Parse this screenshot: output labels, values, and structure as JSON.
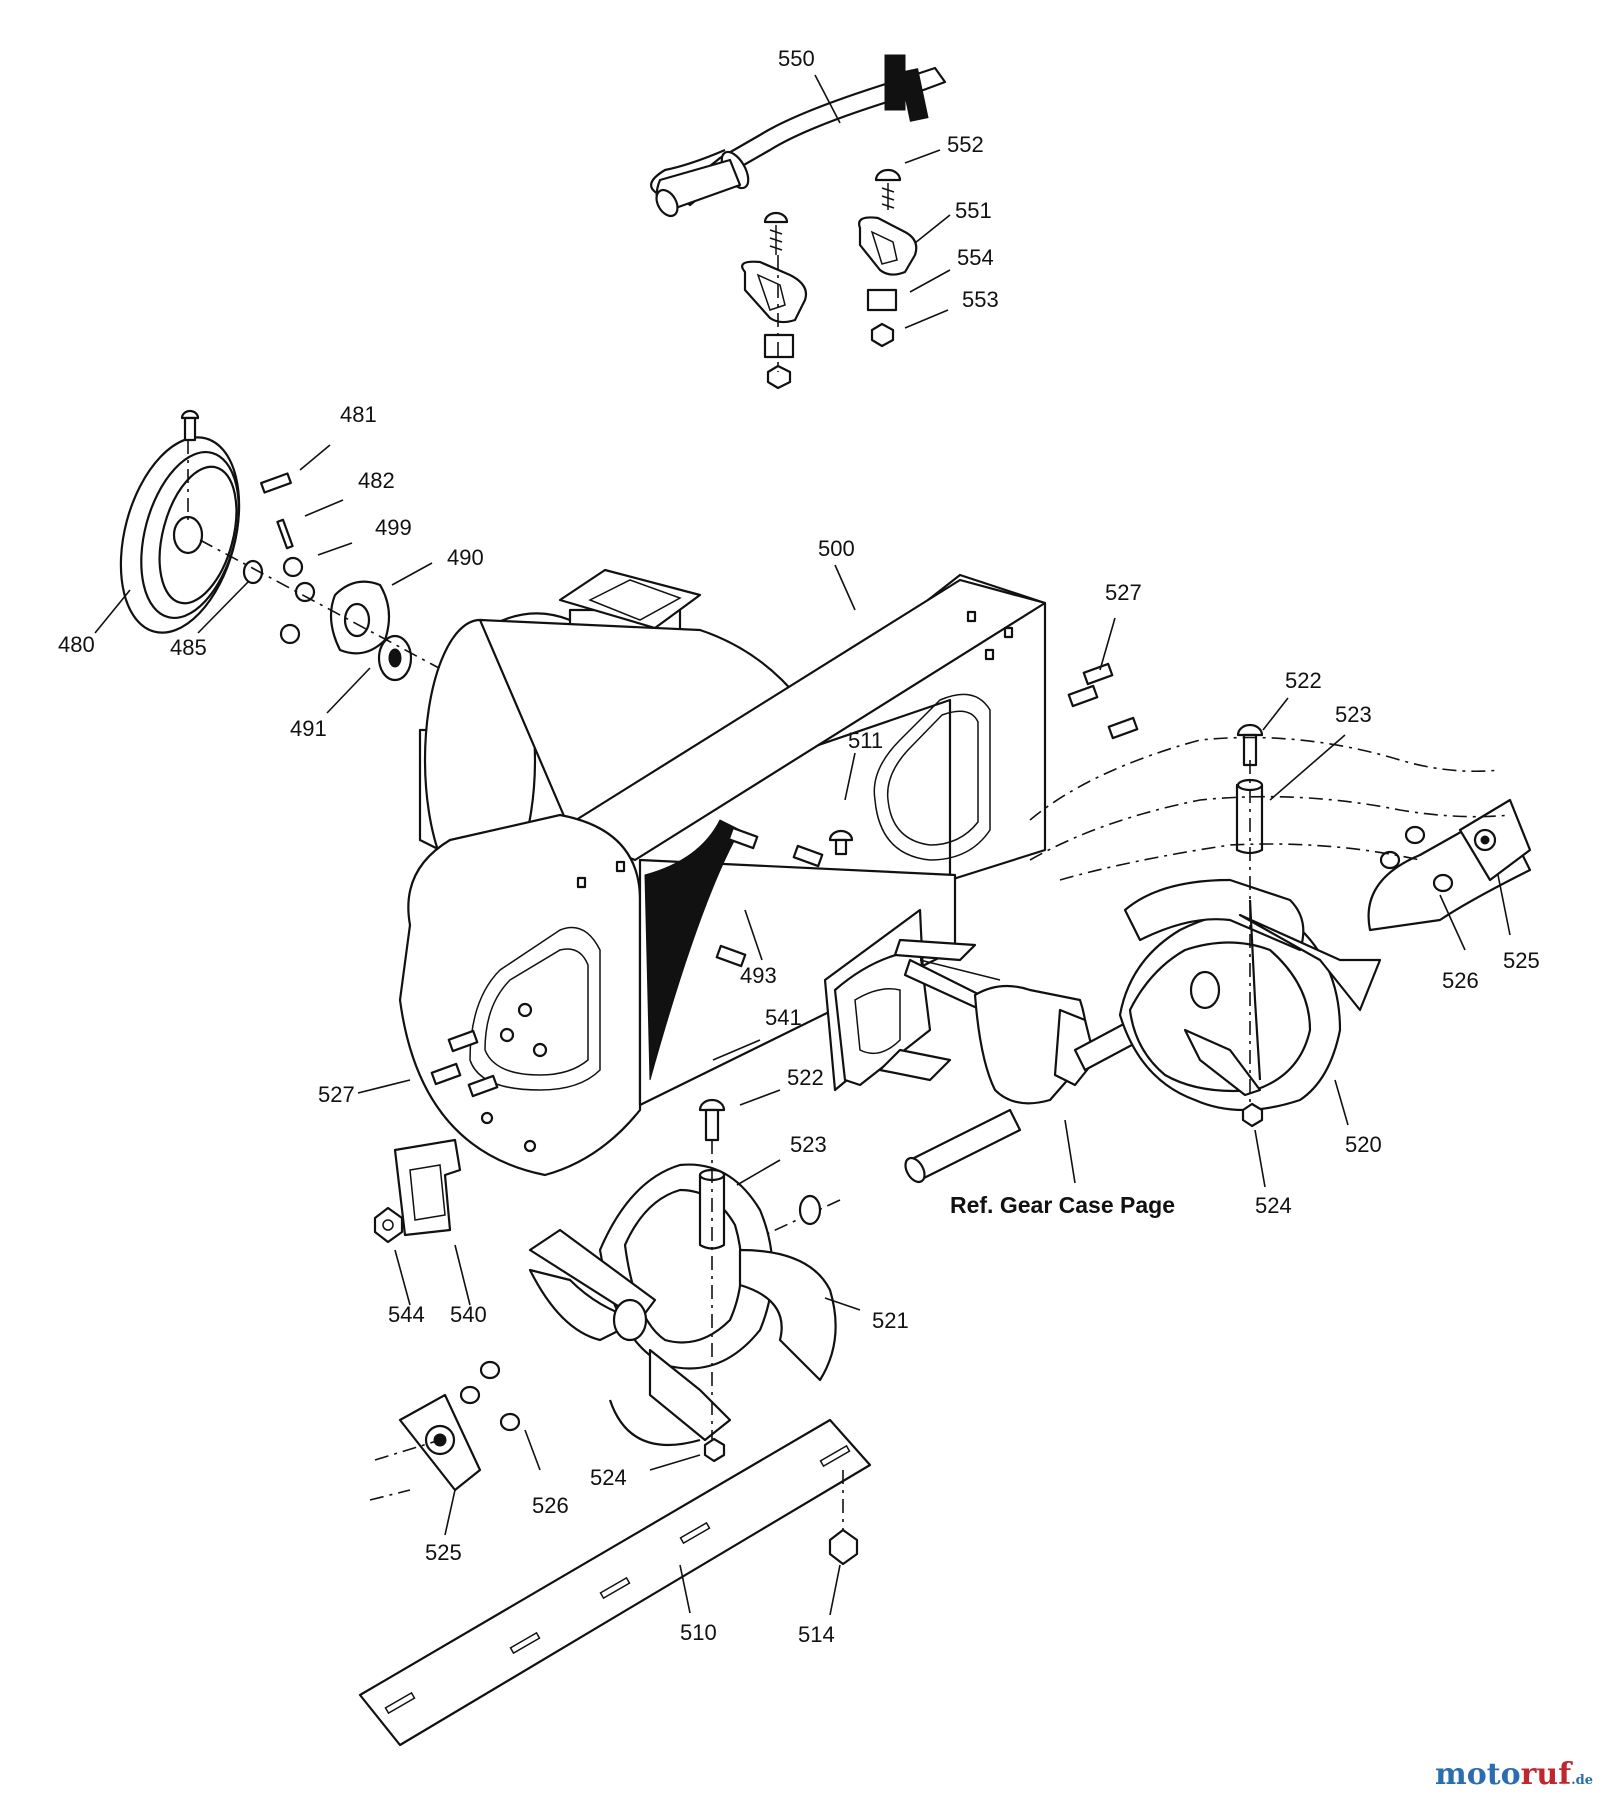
{
  "labels": {
    "l550": "550",
    "l552": "552",
    "l551": "551",
    "l554": "554",
    "l553": "553",
    "l481": "481",
    "l482": "482",
    "l499": "499",
    "l490": "490",
    "l480": "480",
    "l485": "485",
    "l491": "491",
    "l500": "500",
    "l527a": "527",
    "l522a": "522",
    "l523a": "523",
    "l511": "511",
    "l526a": "526",
    "l525a": "525",
    "l493": "493",
    "l541": "541",
    "l527b": "527",
    "l522b": "522",
    "l523b": "523",
    "l520": "520",
    "l524a": "524",
    "l544": "544",
    "l540": "540",
    "l521": "521",
    "l524b": "524",
    "l526b": "526",
    "l525b": "525",
    "l510": "510",
    "l514": "514"
  },
  "reference_note": "Ref. Gear Case Page",
  "watermark": {
    "brand_a": "moto",
    "brand_b": "ruf",
    "tld": ".de"
  }
}
